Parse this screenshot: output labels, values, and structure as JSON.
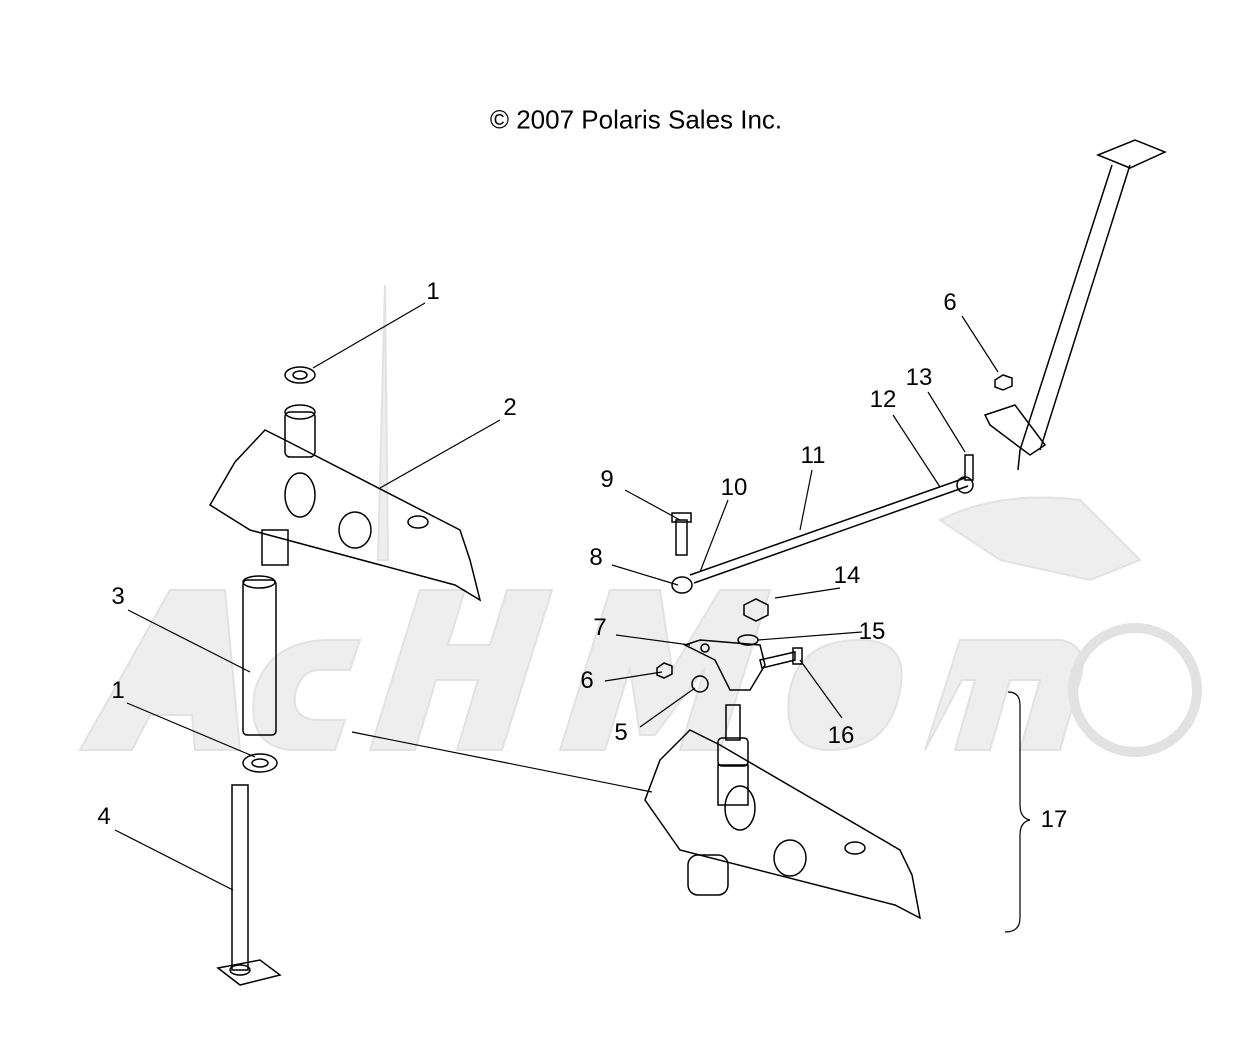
{
  "copyright": "© 2007 Polaris Sales Inc.",
  "watermark": "AchiMoto",
  "callouts": [
    {
      "id": "c1a",
      "text": "1"
    },
    {
      "id": "c2",
      "text": "2"
    },
    {
      "id": "c3",
      "text": "3"
    },
    {
      "id": "c1b",
      "text": "1"
    },
    {
      "id": "c4",
      "text": "4"
    },
    {
      "id": "c9",
      "text": "9"
    },
    {
      "id": "c10",
      "text": "10"
    },
    {
      "id": "c11",
      "text": "11"
    },
    {
      "id": "c12",
      "text": "12"
    },
    {
      "id": "c13",
      "text": "13"
    },
    {
      "id": "c6a",
      "text": "6"
    },
    {
      "id": "c8",
      "text": "8"
    },
    {
      "id": "c14",
      "text": "14"
    },
    {
      "id": "c7",
      "text": "7"
    },
    {
      "id": "c15",
      "text": "15"
    },
    {
      "id": "c6b",
      "text": "6"
    },
    {
      "id": "c5",
      "text": "5"
    },
    {
      "id": "c16",
      "text": "16"
    },
    {
      "id": "c17",
      "text": "17"
    }
  ]
}
